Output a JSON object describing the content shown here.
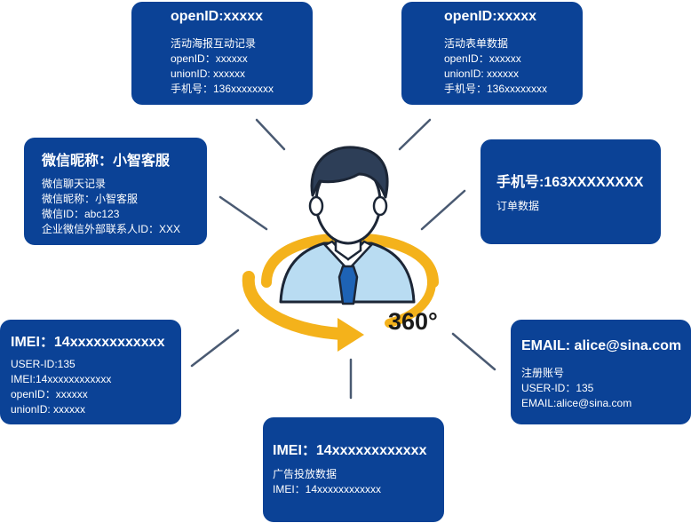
{
  "center": {
    "badge": "360°"
  },
  "cards": {
    "top_left": {
      "title": "openID:xxxxx",
      "lines": [
        "活动海报互动记录",
        "openID：xxxxxx",
        "unionID: xxxxxx",
        "手机号：136xxxxxxxx"
      ]
    },
    "top_right": {
      "title": "openID:xxxxx",
      "lines": [
        "活动表单数据",
        "openID：xxxxxx",
        "unionID: xxxxxx",
        "手机号：136xxxxxxxx"
      ]
    },
    "mid_left": {
      "title": "微信昵称：小智客服",
      "lines": [
        "微信聊天记录",
        "微信昵称：小智客服",
        "微信ID：abc123",
        "企业微信外部联系人ID：XXX"
      ]
    },
    "mid_right": {
      "title": "手机号:163XXXXXXXX",
      "lines": [
        "订单数据"
      ]
    },
    "left": {
      "title": "IMEI：14xxxxxxxxxxxx",
      "lines": [
        "USER-ID:135",
        "IMEI:14xxxxxxxxxxxx",
        "openID：xxxxxx",
        "unionID: xxxxxx"
      ]
    },
    "right": {
      "title": "EMAIL: alice@sina.com",
      "lines": [
        "注册账号",
        "USER-ID：135",
        "EMAIL:alice@sina.com"
      ]
    },
    "bottom": {
      "title": "IMEI：14xxxxxxxxxxxx",
      "lines": [
        "广告投放数据",
        "IMEI：14xxxxxxxxxxxx"
      ]
    }
  }
}
